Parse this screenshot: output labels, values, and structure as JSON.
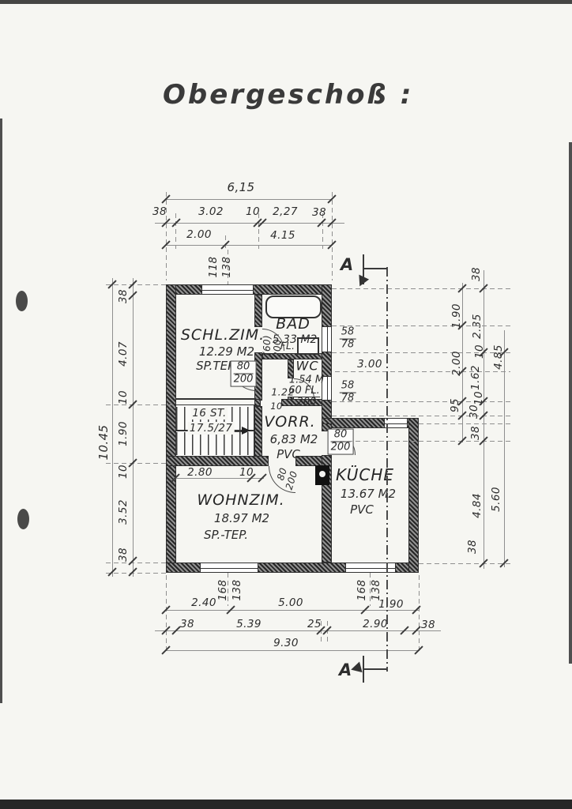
{
  "title": "Obergeschoß :",
  "section_label": "A",
  "rooms": {
    "schlzim": {
      "name": "SCHL.ZIM.",
      "area": "12.29 M2",
      "floor": "SP.TEP."
    },
    "bad": {
      "name": "BAD",
      "area": "5.33 M2"
    },
    "wc": {
      "name": "WC",
      "area": "1.54 M",
      "fixture": "60 FL.",
      "door_height": "200"
    },
    "vorr": {
      "name": "VORR.",
      "area": "6,83 M2",
      "floor": "PVC"
    },
    "wohnzim": {
      "name": "WOHNZIM.",
      "area": "18.97 M2",
      "floor": "SP.-TEP."
    },
    "kueche": {
      "name": "KÜCHE",
      "area": "13.67 M2",
      "floor": "PVC"
    }
  },
  "stairs": {
    "steps": "16 ST.",
    "rise_run": "17.5/27"
  },
  "fixtures": {
    "bad_sink": "FL."
  },
  "dims_top": [
    "6,15",
    "38",
    "3.02",
    "10",
    "2,27",
    "38",
    "2.00",
    "4.15"
  ],
  "dims_left": [
    "10.45",
    "38",
    "4.07",
    "10",
    "1.90",
    "10",
    "3.52",
    "38"
  ],
  "dims_right": [
    "38",
    "1.90",
    "2.35",
    "2.00",
    "10",
    "4.85",
    "1.62",
    "95",
    "10",
    "30",
    "38",
    "4.84",
    "5.60",
    "38"
  ],
  "dims_bottom": [
    "2.40",
    "5.00",
    "1.90",
    "38",
    "5.39",
    "25",
    "2.90",
    "38",
    "9.30"
  ],
  "dims_inner": {
    "hall_width": "1.22",
    "hall_wall": "10",
    "wc_run": "3.00",
    "stair_width": "2.80",
    "stair_wall": "10"
  },
  "windows": {
    "top": {
      "w": "118",
      "h": "138"
    },
    "bad": {
      "w": "58",
      "h": "78"
    },
    "wc": {
      "w": "58",
      "h": "78"
    },
    "bottom_left": {
      "w": "168",
      "h": "138"
    },
    "bottom_right": {
      "w": "168",
      "h": "138"
    }
  },
  "doors": {
    "schlzim": {
      "w": "80",
      "h": "200"
    },
    "bad": {
      "w": "(60)",
      "h": "200"
    },
    "kueche": {
      "w": "80",
      "h": "200"
    },
    "wohnzim": {
      "w": "80",
      "h": "200"
    }
  }
}
